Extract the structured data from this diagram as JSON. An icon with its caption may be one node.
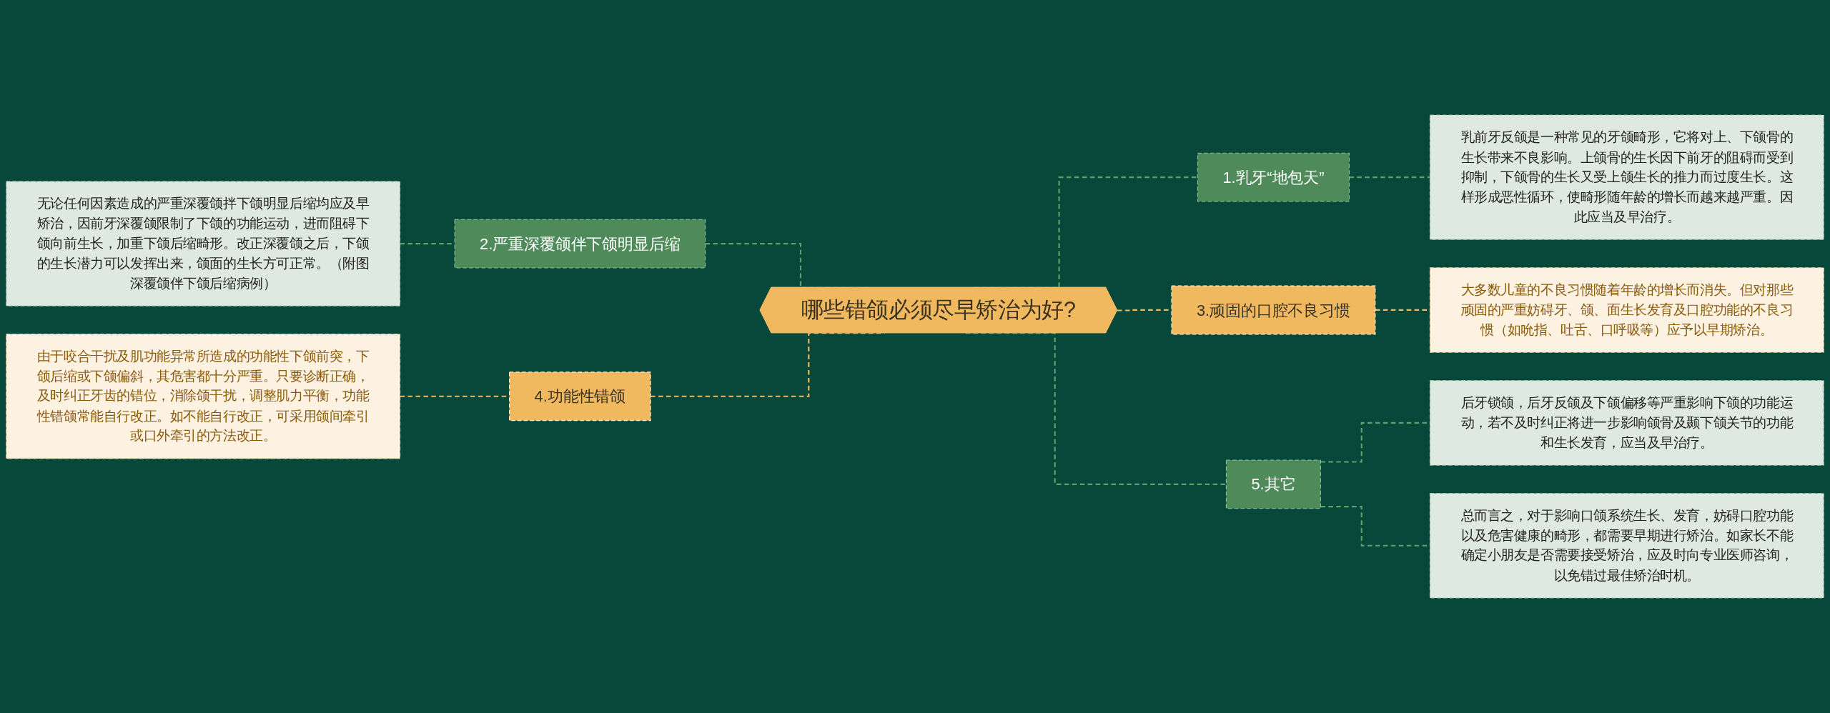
{
  "diagram": {
    "nodes": [
      {
        "text": [
          "哪些错颌必须尽早矫治为好?"
        ]
      },
      {
        "text": [
          "1.乳牙“地包天”"
        ]
      },
      {
        "text": [
          "乳前牙反颌是一种常见的牙颌畸形，它将对上、下颌骨的生长带来不良影响。上颌骨的生长因下前牙的阻碍而受到抑制，下颌骨的生长又受上颌生长的推力而过度生长。这样形成恶性循环，使畸形随年龄的增长而越来越严重。因此应当及早治疗。"
        ]
      },
      {
        "text": [
          "2.严重深覆颌伴下颌明显后缩"
        ]
      },
      {
        "text": [
          "无论任何因素造成的严重深覆颌拌下颌明显后缩均应及早矫治，因前牙深覆颌限制了下颌的功能运动，进而阻碍下颌向前生长，加重下颌后缩畸形。改正深覆颌之后，下颌的生长潜力可以发挥出来，颌面的生长方可正常。（附图深覆颌伴下颌后缩病例）"
        ]
      },
      {
        "text": [
          "3.顽固的口腔不良习惯"
        ]
      },
      {
        "text": [
          "大多数儿童的不良习惯随着年龄的增长而消失。但对那些顽固的严重妨碍牙、颌、面生长发育及口腔功能的不良习惯（如吮指、吐舌、口呼吸等）应予以早期矫治。"
        ]
      },
      {
        "text": [
          "4.功能性错颌"
        ]
      },
      {
        "text": [
          "由于咬合干扰及肌功能异常所造成的功能性下颌前突，下颌后缩或下颌偏斜，其危害都十分严重。只要诊断正确，及时纠正牙齿的错位，消除颌干扰，调整肌力平衡，功能性错颌常能自行改正。如不能自行改正，可采用颌间牵引或口外牵引的方法改正。"
        ]
      },
      {
        "text": [
          "5.其它"
        ]
      },
      {
        "text": [
          "后牙锁颌，后牙反颌及下颌偏移等严重影响下颌的功能运动，若不及时纠正将进一步影响颌骨及颞下颌关节的功能和生长发育，应当及早治疗。"
        ]
      },
      {
        "text": [
          "总而言之，对于影响口颌系统生长、发育，妨碍口腔功能以及危害健康的畸形，都需要早期进行矫治。如家长不能确定小朋友是否需要接受矫治，应及时向专业医师咨询，以免错过最佳矫治时机。"
        ]
      }
    ],
    "edges": [
      {
        "from": 0,
        "to": 1,
        "arrow": "none",
        "style": "dashed"
      },
      {
        "from": 1,
        "to": 2,
        "arrow": "none",
        "style": "dashed"
      },
      {
        "from": 0,
        "to": 3,
        "arrow": "none",
        "style": "dashed"
      },
      {
        "from": 3,
        "to": 4,
        "arrow": "none",
        "style": "dashed"
      },
      {
        "from": 0,
        "to": 5,
        "arrow": "none",
        "style": "dashed",
        "color": "#f1b95f"
      },
      {
        "from": 5,
        "to": 6,
        "arrow": "none",
        "style": "dashed",
        "color": "#f1b95f"
      },
      {
        "from": 0,
        "to": 7,
        "arrow": "none",
        "style": "dashed",
        "color": "#f1b95f"
      },
      {
        "from": 7,
        "to": 8,
        "arrow": "none",
        "style": "dashed",
        "color": "#f1b95f"
      },
      {
        "from": 0,
        "to": 9,
        "arrow": "none",
        "style": "dashed"
      },
      {
        "from": 9,
        "to": 10,
        "arrow": "none",
        "style": "dashed"
      },
      {
        "from": 9,
        "to": 11,
        "arrow": "none",
        "style": "dashed"
      }
    ]
  }
}
